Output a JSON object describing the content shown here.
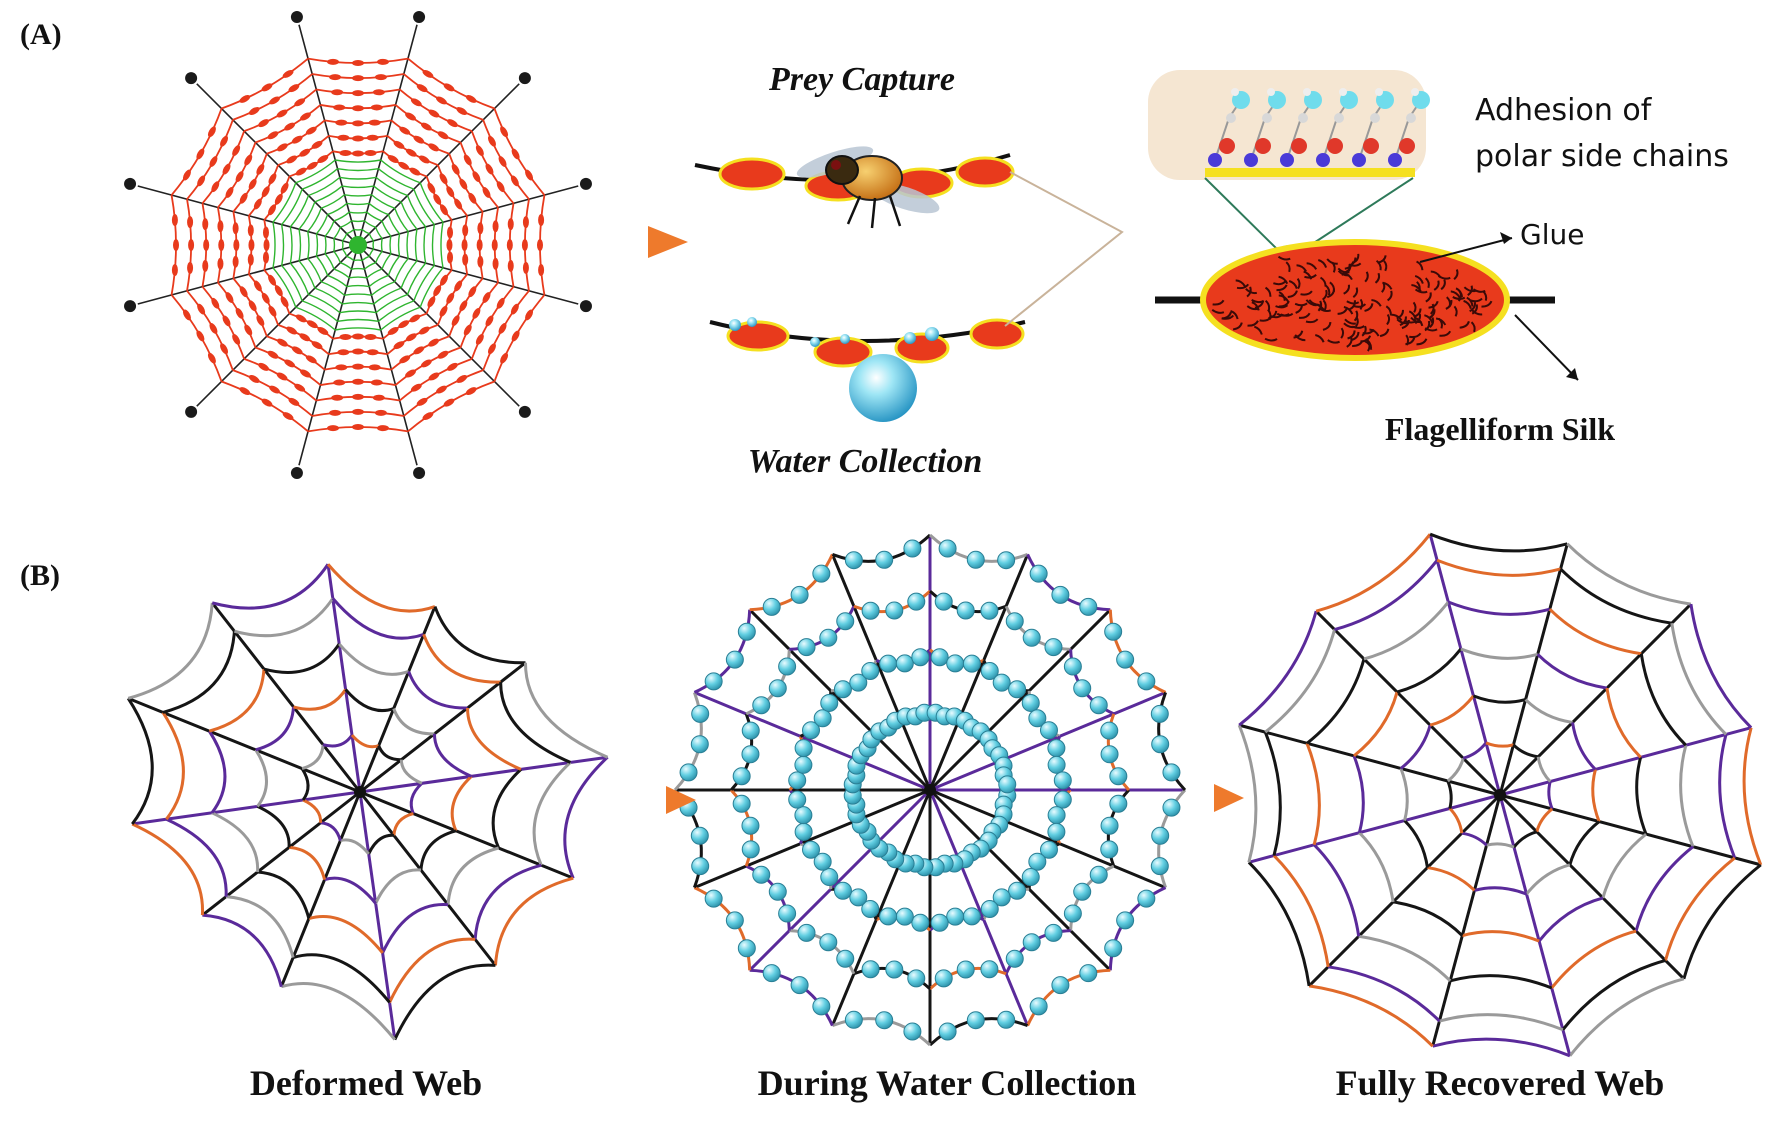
{
  "panel_a": {
    "label": "(A)",
    "prey_capture": "Prey Capture",
    "water_collection": "Water Collection",
    "adhesion_line1": "Adhesion of",
    "adhesion_line2": "polar side chains",
    "glue": "Glue",
    "flagelliform": "Flagelliform Silk"
  },
  "panel_b": {
    "label": "(B)",
    "deformed": "Deformed Web",
    "during": "During Water Collection",
    "recovered": "Fully Recovered Web"
  },
  "colors": {
    "glue_red": "#e83a1c",
    "glue_rim": "#f5e020",
    "capture_green": "#2fb52f",
    "anchor_black": "#1a1a1a",
    "arrow_orange": "#f08a3c",
    "droplet_cyan": "#5fd0e0",
    "silk_purple": "#5a2a9a",
    "silk_orange": "#e06a2a"
  }
}
